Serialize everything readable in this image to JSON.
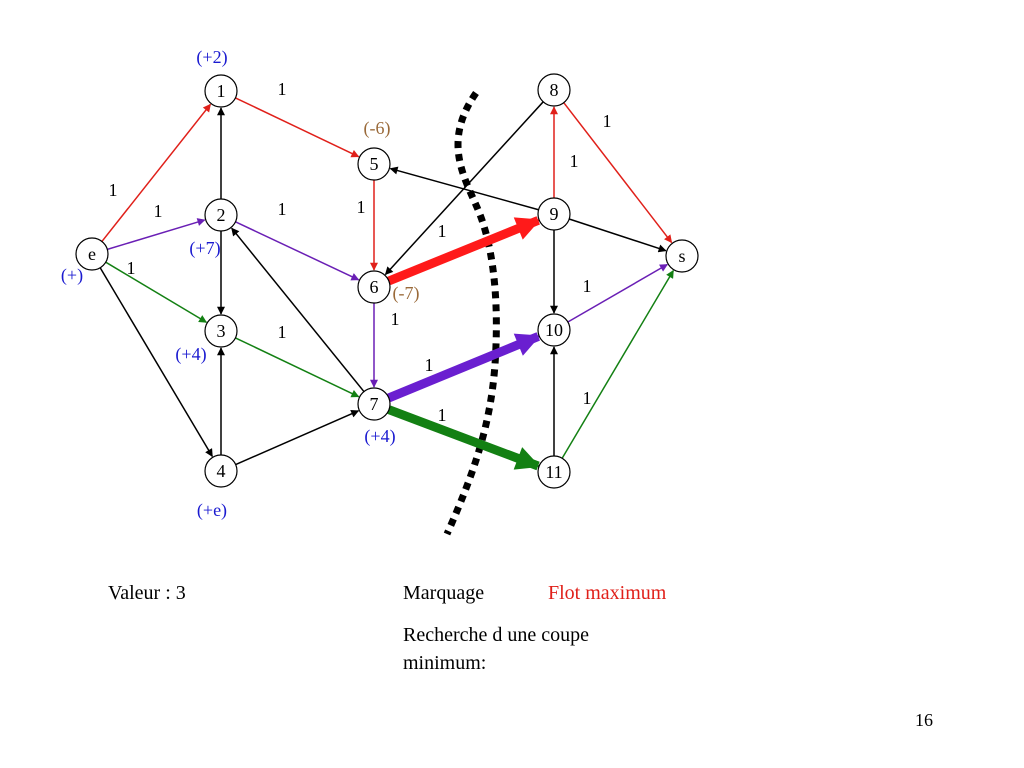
{
  "nodes": [
    {
      "id": "e",
      "label": "e"
    },
    {
      "id": "1",
      "label": "1"
    },
    {
      "id": "2",
      "label": "2"
    },
    {
      "id": "3",
      "label": "3"
    },
    {
      "id": "4",
      "label": "4"
    },
    {
      "id": "5",
      "label": "5"
    },
    {
      "id": "6",
      "label": "6"
    },
    {
      "id": "7",
      "label": "7"
    },
    {
      "id": "8",
      "label": "8"
    },
    {
      "id": "9",
      "label": "9"
    },
    {
      "id": "10",
      "label": "10"
    },
    {
      "id": "11",
      "label": "11"
    },
    {
      "id": "s",
      "label": "s"
    }
  ],
  "edges": [
    {
      "from": "e",
      "to": "1",
      "color": "#e0201a",
      "style": "normal",
      "label": "1"
    },
    {
      "from": "e",
      "to": "2",
      "color": "#6a1fb5",
      "style": "normal",
      "label": "1"
    },
    {
      "from": "e",
      "to": "3",
      "color": "#138013",
      "style": "normal",
      "label": "1"
    },
    {
      "from": "e",
      "to": "4",
      "color": "#000000",
      "style": "normal",
      "label": ""
    },
    {
      "from": "1",
      "to": "5",
      "color": "#e0201a",
      "style": "normal",
      "label": "1"
    },
    {
      "from": "2",
      "to": "1",
      "color": "#000000",
      "style": "normal",
      "label": ""
    },
    {
      "from": "2",
      "to": "3",
      "color": "#000000",
      "style": "normal",
      "label": ""
    },
    {
      "from": "2",
      "to": "6",
      "color": "#6a1fb5",
      "style": "normal",
      "label": "1"
    },
    {
      "from": "3",
      "to": "7",
      "color": "#138013",
      "style": "normal",
      "label": "1"
    },
    {
      "from": "4",
      "to": "3",
      "color": "#000000",
      "style": "normal",
      "label": ""
    },
    {
      "from": "4",
      "to": "7",
      "color": "#000000",
      "style": "normal",
      "label": ""
    },
    {
      "from": "7",
      "to": "2",
      "color": "#000000",
      "style": "normal",
      "label": ""
    },
    {
      "from": "5",
      "to": "6",
      "color": "#e0201a",
      "style": "normal",
      "label": "1"
    },
    {
      "from": "6",
      "to": "7",
      "color": "#6a1fb5",
      "style": "normal",
      "label": "1"
    },
    {
      "from": "6",
      "to": "9",
      "color": "#ff1a1a",
      "style": "thick",
      "label": "1"
    },
    {
      "from": "7",
      "to": "10",
      "color": "#6a1fd0",
      "style": "thick",
      "label": "1"
    },
    {
      "from": "7",
      "to": "11",
      "color": "#138013",
      "style": "thick",
      "label": "1"
    },
    {
      "from": "8",
      "to": "6",
      "color": "#000000",
      "style": "normal",
      "label": ""
    },
    {
      "from": "9",
      "to": "5",
      "color": "#000000",
      "style": "normal",
      "label": ""
    },
    {
      "from": "9",
      "to": "8",
      "color": "#e0201a",
      "style": "normal",
      "label": "1"
    },
    {
      "from": "8",
      "to": "s",
      "color": "#e0201a",
      "style": "normal",
      "label": "1"
    },
    {
      "from": "9",
      "to": "s",
      "color": "#000000",
      "style": "normal",
      "label": ""
    },
    {
      "from": "9",
      "to": "10",
      "color": "#000000",
      "style": "normal",
      "label": ""
    },
    {
      "from": "10",
      "to": "s",
      "color": "#6a1fb5",
      "style": "normal",
      "label": "1"
    },
    {
      "from": "11",
      "to": "10",
      "color": "#000000",
      "style": "normal",
      "label": ""
    },
    {
      "from": "11",
      "to": "s",
      "color": "#138013",
      "style": "normal",
      "label": "1"
    }
  ],
  "markings": [
    {
      "node": "1",
      "text": "(+2)",
      "color": "#1a1ad0"
    },
    {
      "node": "5",
      "text": "(-6)",
      "color": "#9a6a3a"
    },
    {
      "node": "2",
      "text": "(+7)",
      "color": "#1a1ad0"
    },
    {
      "node": "e",
      "text": "(+)",
      "color": "#1a1ad0"
    },
    {
      "node": "6",
      "text": "(-7)",
      "color": "#9a6a3a"
    },
    {
      "node": "3",
      "text": "(+4)",
      "color": "#1a1ad0"
    },
    {
      "node": "7",
      "text": "(+4)",
      "color": "#1a1ad0"
    },
    {
      "node": "4",
      "text": "(+e)",
      "color": "#1a1ad0"
    }
  ],
  "cut": {
    "color": "#000000"
  },
  "footer": {
    "valeur": "Valeur : 3",
    "marquage": "Marquage",
    "flot": "Flot maximum",
    "flot_color": "#e0201a",
    "recherche_line1": "Recherche d une coupe",
    "recherche_line2": "minimum:",
    "page_number": "16"
  }
}
